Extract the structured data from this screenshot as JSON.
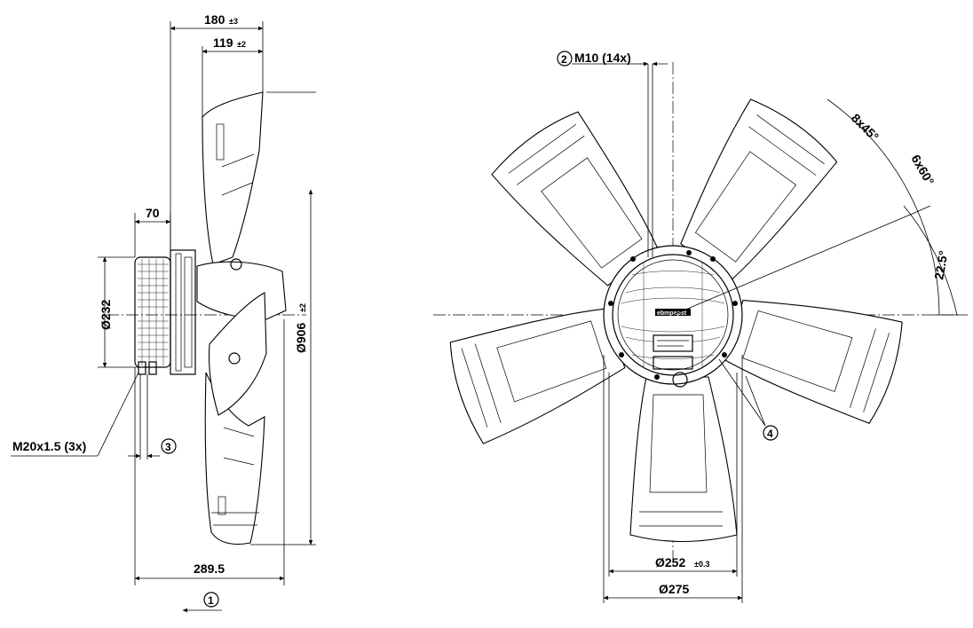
{
  "side_view": {
    "dim_width_total": {
      "value": "180",
      "tol": "±3"
    },
    "dim_width_blade": {
      "value": "119",
      "tol": "±2"
    },
    "dim_motor_offset": {
      "value": "70"
    },
    "dim_motor_diameter": {
      "value": "Ø232"
    },
    "dim_fan_diameter": {
      "value": "Ø906",
      "tol": "±2"
    },
    "dim_overall_length": {
      "value": "289.5"
    },
    "label_cable_gland": "M20x1.5 (3x)",
    "callout_3": "3",
    "callout_1": "1"
  },
  "front_view": {
    "label_thread": "M10 (14x)",
    "callout_2": "2",
    "callout_4": "4",
    "angle_8x45": "8x45°",
    "angle_6x60": "6x60°",
    "angle_22_5": "22.5°",
    "dim_hub_bolt_circle": {
      "value": "Ø252",
      "tol": "±0.3"
    },
    "dim_hub_outer": {
      "value": "Ø275"
    },
    "hub_brand": "ebmpapst"
  }
}
